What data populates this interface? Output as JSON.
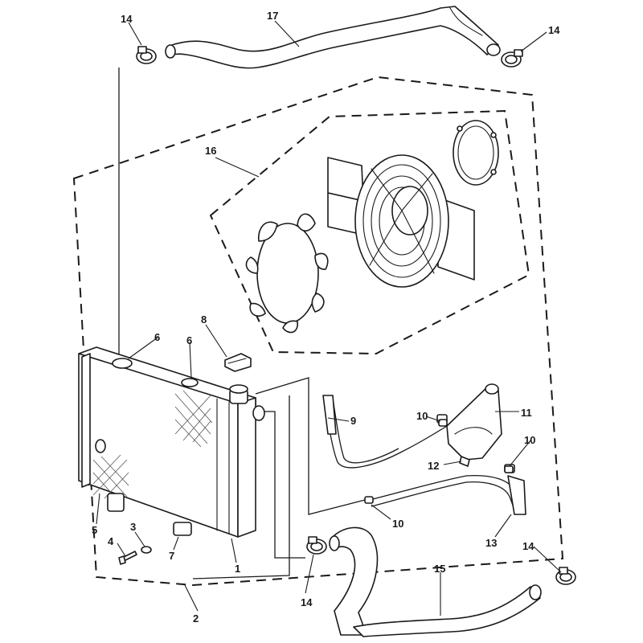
{
  "diagram": {
    "callouts": {
      "c1": "1",
      "c2": "2",
      "c3": "3",
      "c4": "4",
      "c5": "5",
      "c6a": "6",
      "c6b": "6",
      "c7": "7",
      "c8": "8",
      "c9": "9",
      "c10a": "10",
      "c10b": "10",
      "c10c": "10",
      "c11": "11",
      "c12": "12",
      "c13": "13",
      "c14a": "14",
      "c14b": "14",
      "c14c": "14",
      "c14d": "14",
      "c15": "15",
      "c16": "16",
      "c17": "17"
    }
  }
}
